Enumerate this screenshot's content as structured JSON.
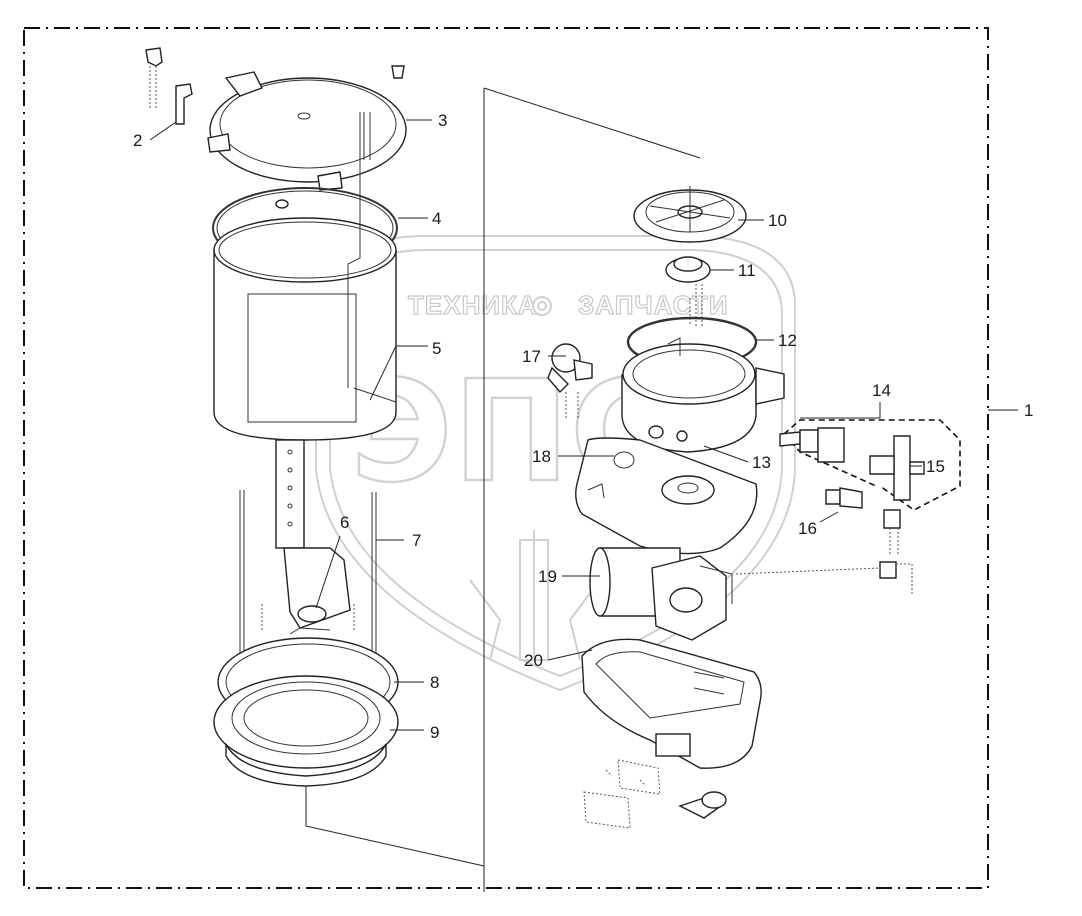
{
  "watermark": {
    "brand_left": "ТЕХНИКА",
    "brand_right": "ЗАПЧАСТИ",
    "gear_icon": "gear-icon",
    "logo_letters": "ЭПС"
  },
  "callouts": {
    "c1": "1",
    "c2": "2",
    "c3": "3",
    "c4": "4",
    "c5": "5",
    "c6": "6",
    "c7": "7",
    "c8": "8",
    "c9": "9",
    "c10": "10",
    "c11": "11",
    "c12": "12",
    "c13": "13",
    "c14": "14",
    "c15": "15",
    "c16": "16",
    "c17": "17",
    "c18": "18",
    "c19": "19",
    "c20": "20"
  },
  "colors": {
    "line": "#222222",
    "watermark": "#cfcfcf",
    "background": "#ffffff"
  }
}
